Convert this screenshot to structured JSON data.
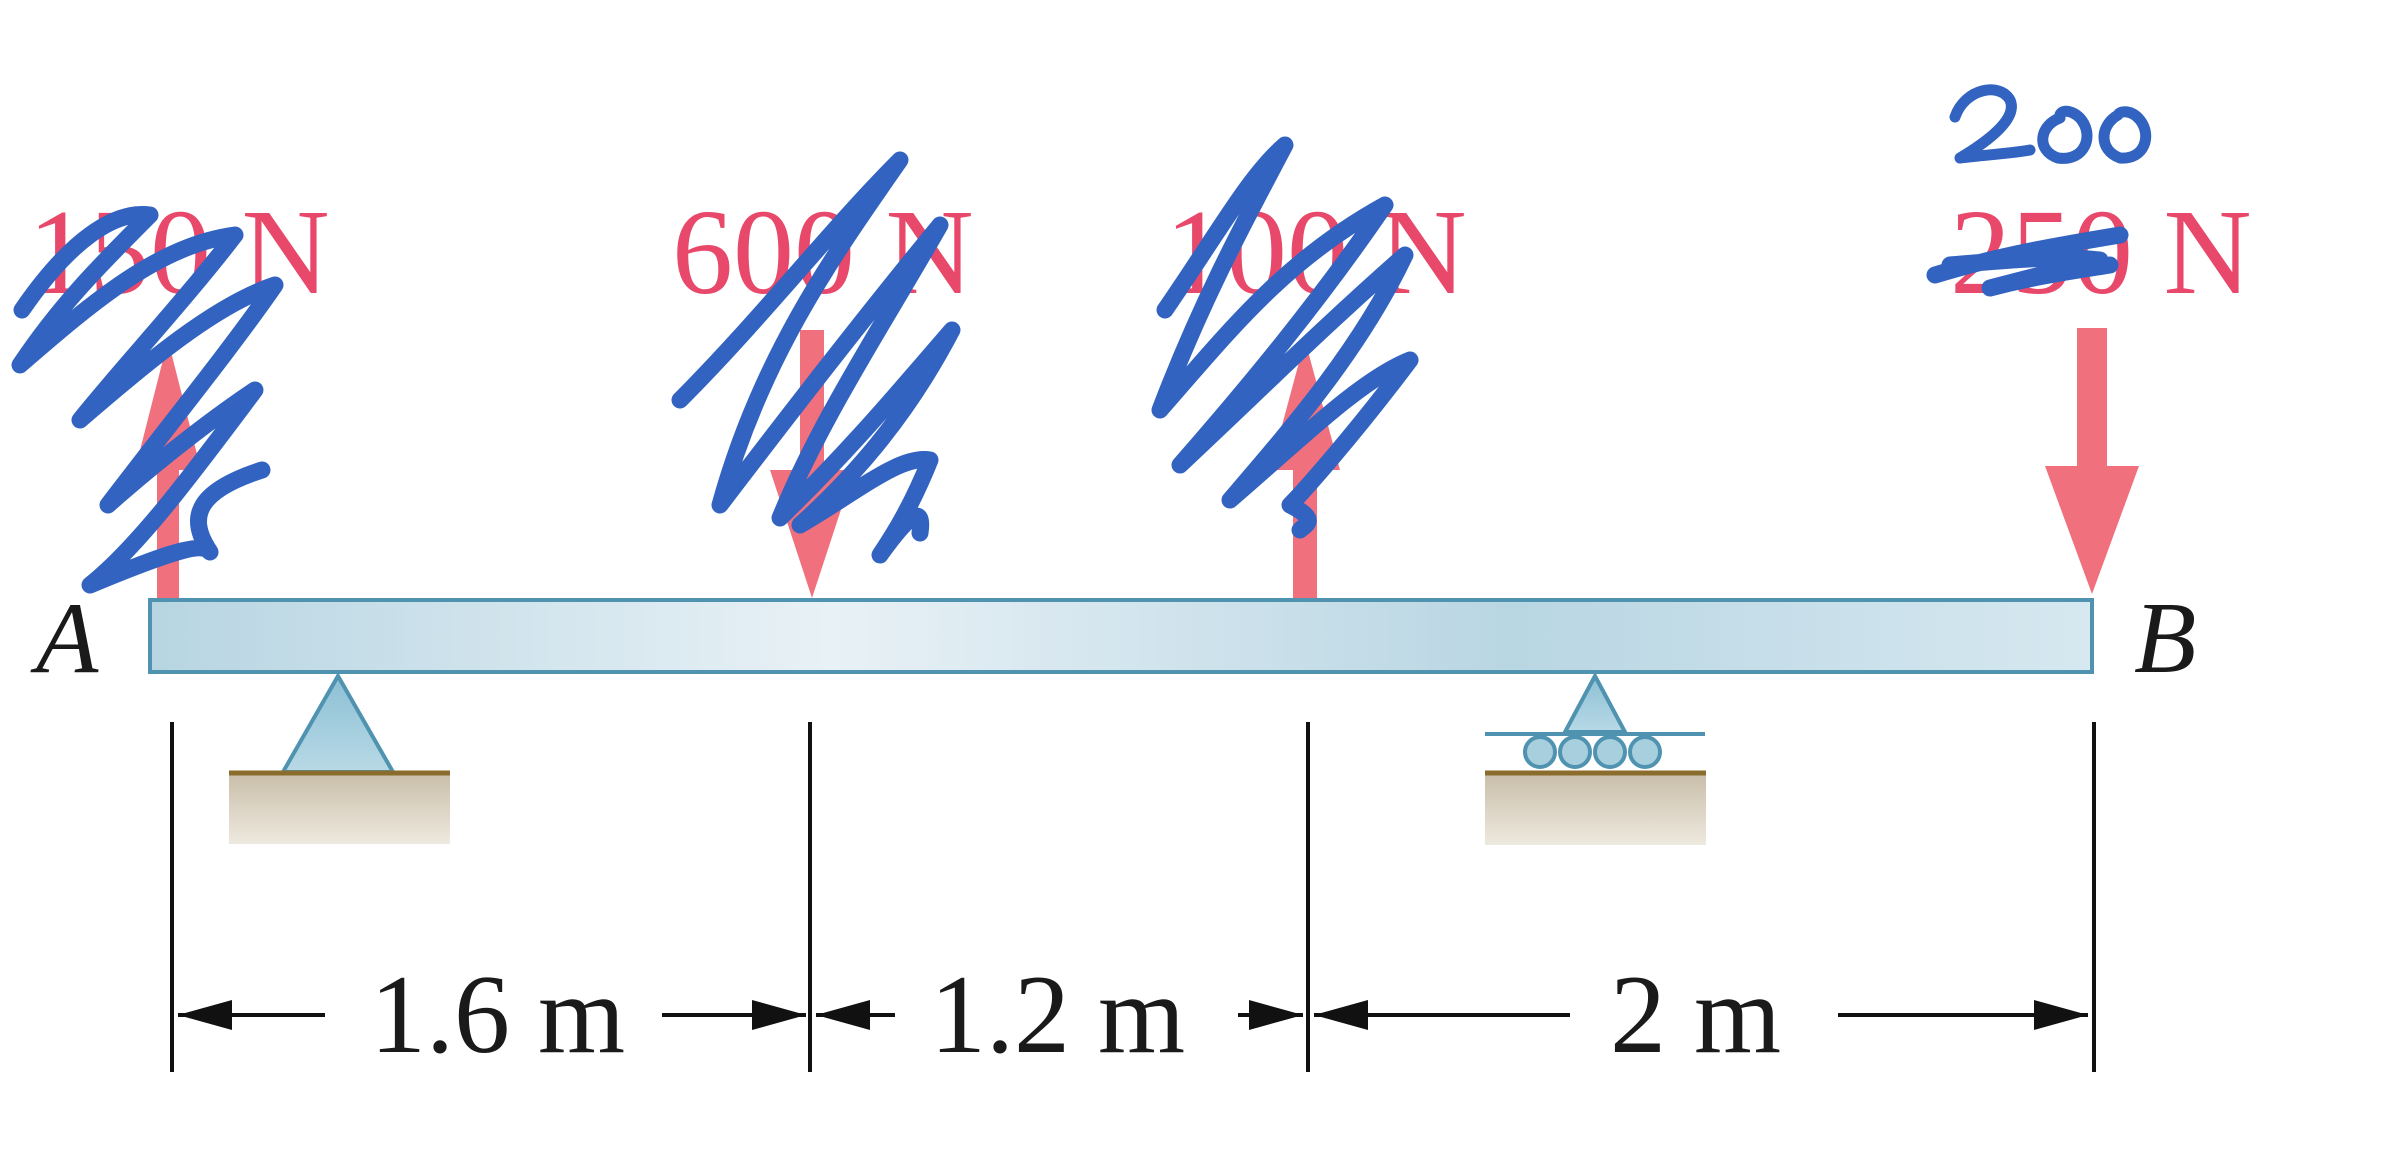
{
  "diagram": {
    "end_labels": {
      "left": "A",
      "right": "B"
    },
    "forces": [
      {
        "label": "150 N",
        "direction": "up",
        "scribbled_out": true
      },
      {
        "label": "600 N",
        "direction": "down",
        "scribbled_out": true
      },
      {
        "label": "100 N",
        "direction": "up",
        "scribbled_out": true
      },
      {
        "label": "250 N",
        "direction": "down",
        "scribbled_out": false,
        "value_struck_through": "250",
        "handwritten_replacement": "200"
      }
    ],
    "dimensions": [
      {
        "label": "1.6 m"
      },
      {
        "label": "1.2 m"
      },
      {
        "label": "2 m"
      }
    ],
    "supports": [
      {
        "type": "pin"
      },
      {
        "type": "roller"
      }
    ],
    "colors": {
      "force": "#f0707e",
      "force_text": "#e8496a",
      "beam": "#c9e0ea",
      "beam_edge": "#4f93b0",
      "ink": "#3263c0",
      "ground": "#ddd3c1"
    }
  }
}
